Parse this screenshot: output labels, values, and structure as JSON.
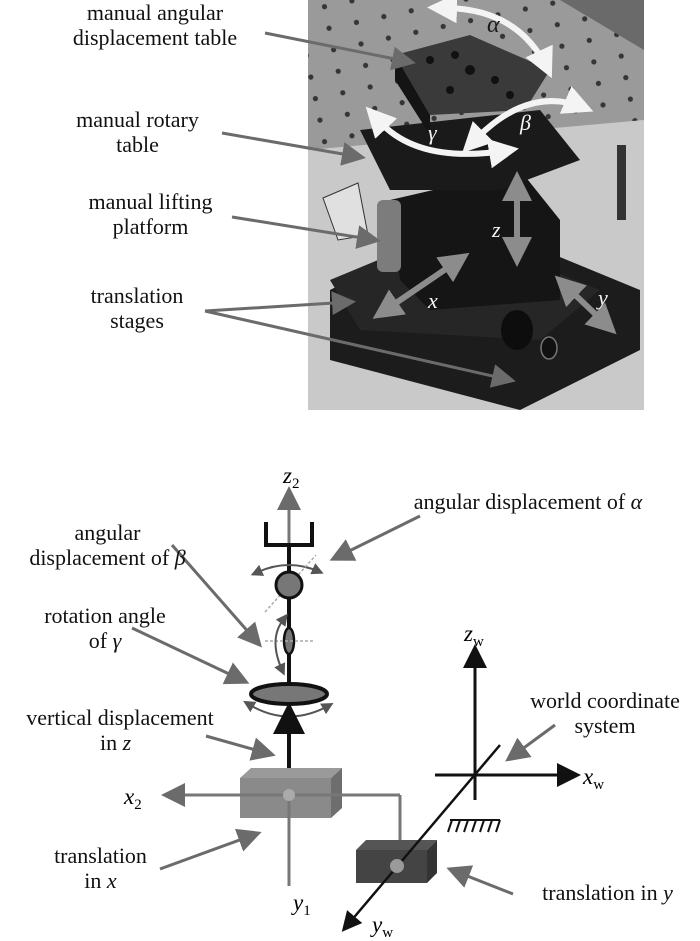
{
  "photo_labels": {
    "angular_table": [
      "manual angular",
      "displacement table"
    ],
    "rotary_table": [
      "manual rotary",
      "table"
    ],
    "lifting_platform": [
      "manual lifting",
      "platform"
    ],
    "translation_stages": [
      "translation",
      "stages"
    ]
  },
  "photo_symbols": {
    "alpha": "α",
    "beta": "β",
    "gamma": "γ",
    "z": "z",
    "x": "x",
    "y": "y"
  },
  "schematic_labels": {
    "beta_label": [
      "angular",
      "displacement of ",
      "β"
    ],
    "alpha_label": [
      "angular displacement of ",
      "α"
    ],
    "gamma_label": [
      "rotation angle",
      "of ",
      "γ"
    ],
    "z_label": [
      "vertical displacement",
      "in ",
      "z"
    ],
    "x_label": [
      "translation",
      "in ",
      "x"
    ],
    "y_label": [
      "translation in ",
      "y"
    ],
    "world_label": [
      "world coordinate",
      "system"
    ]
  },
  "axes": {
    "z2": {
      "main": "z",
      "sub": "2"
    },
    "x2": {
      "main": "x",
      "sub": "2"
    },
    "y1": {
      "main": "y",
      "sub": "1"
    },
    "zw": {
      "main": "z",
      "sub": "w"
    },
    "xw": {
      "main": "x",
      "sub": "w"
    },
    "yw": {
      "main": "y",
      "sub": "w"
    }
  },
  "colors": {
    "leader_line": "#6b6b6b",
    "photo_bg": "#9a9a9a",
    "stage_dark": "#1c1c1c",
    "box_light": "#8a8a8a",
    "box_dark": "#444444"
  }
}
